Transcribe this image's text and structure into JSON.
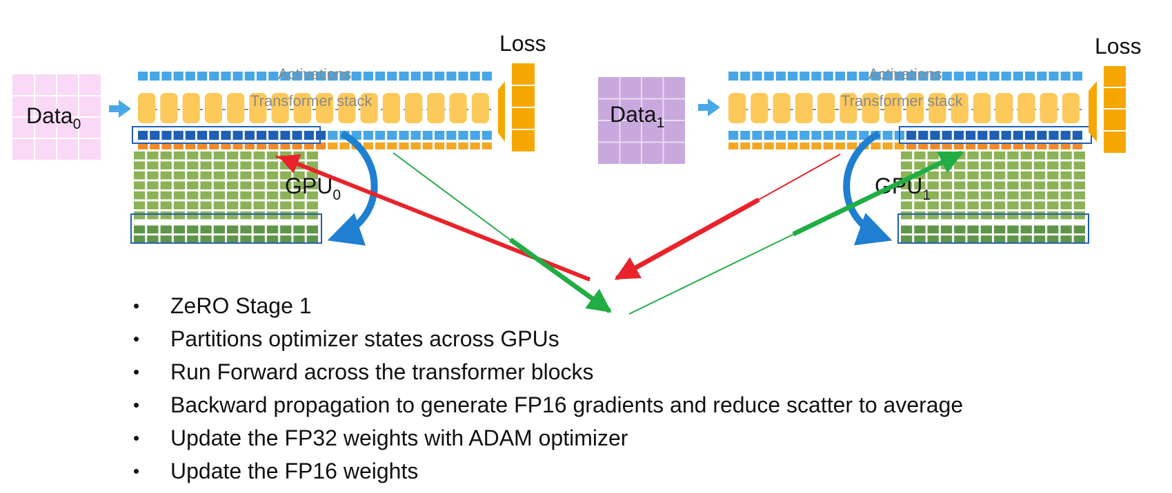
{
  "panels": [
    {
      "id": "gpu0",
      "data_label": "Data",
      "data_subscript": "0",
      "gpu_label": "GPU",
      "gpu_subscript": "0",
      "activations_label": "Activations",
      "transformer_label": "Transformer stack",
      "loss_label": "Loss",
      "data_color": "#f9d9f6",
      "data_line_color": "#ffffff"
    },
    {
      "id": "gpu1",
      "data_label": "Data",
      "data_subscript": "1",
      "gpu_label": "GPU",
      "gpu_subscript": "1",
      "activations_label": "Activations",
      "transformer_label": "Transformer stack",
      "loss_label": "Loss",
      "data_color": "#c8a8dd",
      "data_line_color": "#e8dcf2"
    }
  ],
  "bullets": [
    "ZeRO Stage 1",
    "Partitions optimizer states across GPUs",
    "Run Forward across the transformer blocks",
    "Backward propagation to generate FP16 gradients and reduce scatter to average",
    "Update the FP32 weights with ADAM optimizer",
    "Update the FP16 weights"
  ],
  "colors": {
    "activation_blue": "#48a6e6",
    "parameter_dark_blue": "#1f5fb4",
    "transformer_orange": "#fcc95a",
    "loss_orange": "#f5a700",
    "gradient_orange": "#f5a623",
    "optimizer_green": "#8bb256",
    "optimizer_dark_green": "#5f9549",
    "red_arrow": "#e8232b",
    "green_arrow": "#21ad44",
    "curve_blue": "#1f7fd1"
  }
}
